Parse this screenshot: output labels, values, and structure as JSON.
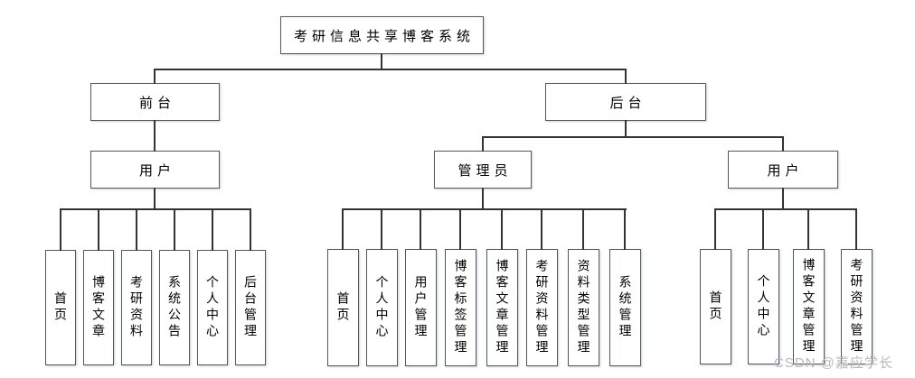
{
  "tree": {
    "root": "考研信息共享博客系统",
    "front": {
      "label": "前台",
      "user": {
        "label": "用户",
        "leaves": [
          "首页",
          "博客文章",
          "考研资料",
          "系统公告",
          "个人中心",
          "后台管理"
        ]
      }
    },
    "back": {
      "label": "后台",
      "admin": {
        "label": "管理员",
        "leaves": [
          "首页",
          "个人中心",
          "用户管理",
          "博客标签管理",
          "博客文章管理",
          "考研资料管理",
          "资料类型管理",
          "系统管理"
        ]
      },
      "user": {
        "label": "用户",
        "leaves": [
          "首页",
          "个人中心",
          "博客文章管理",
          "考研资料管理"
        ]
      }
    }
  },
  "watermark": "CSDN @嘉应学长",
  "colors": {
    "background": "#ffffff",
    "box_border": "#54585e",
    "connector": "#333333",
    "text": "#000000",
    "watermark_text": "#b9b9bd"
  }
}
